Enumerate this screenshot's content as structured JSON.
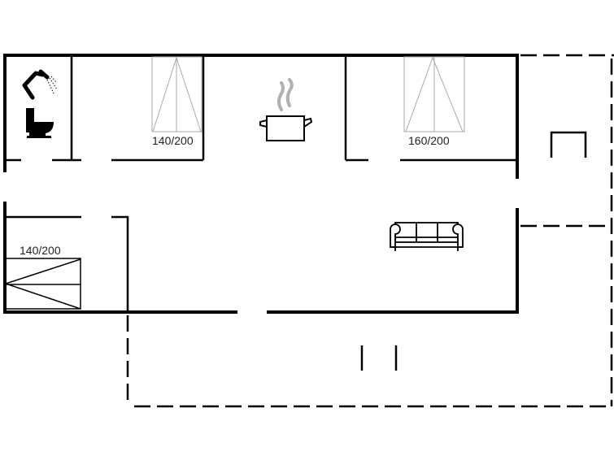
{
  "floorplan": {
    "rooms": {
      "bathroom": {
        "icons": [
          "shower-icon",
          "toilet-icon"
        ]
      },
      "bedroom_1": {
        "bed_label": "140/200"
      },
      "kitchen": {
        "icons": [
          "cooking-pot-icon"
        ]
      },
      "bedroom_2": {
        "bed_label": "160/200"
      },
      "bedroom_3": {
        "bed_label": "140/200"
      },
      "living_room": {
        "icons": [
          "sofa-icon"
        ]
      }
    },
    "outdoor": {
      "terrace_dashed": true
    },
    "colors": {
      "wall": "#000000",
      "bed_outline": "#aaaaaa",
      "steam": "#b0b0b0"
    }
  }
}
